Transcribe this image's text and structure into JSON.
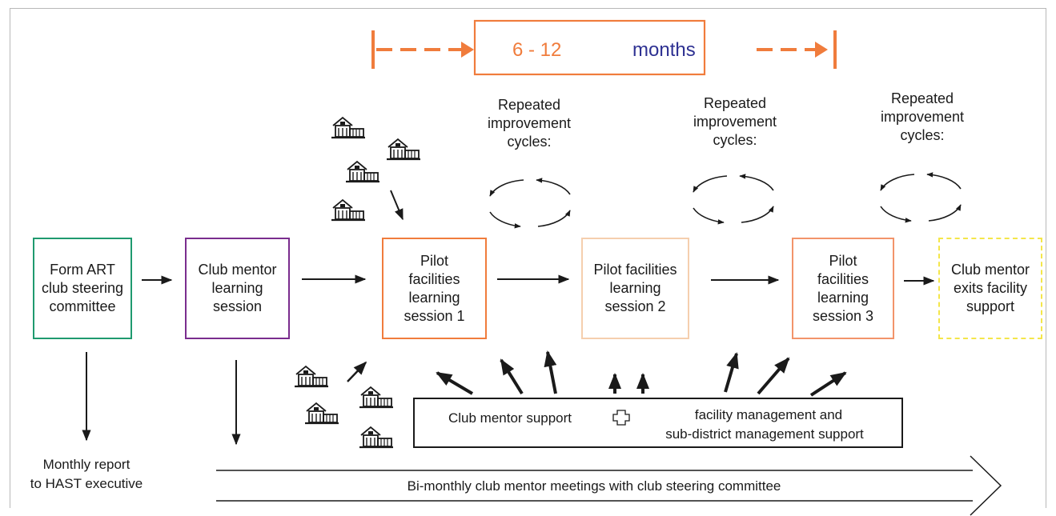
{
  "timeline": {
    "duration_value": "6 - 12",
    "duration_unit": "months"
  },
  "boxes": {
    "form_club": "Form ART club steering committee",
    "mentor_session": "Club mentor learning session",
    "pilot_1": "Pilot facilities learning session 1",
    "pilot_2": "Pilot facilities learning session 2",
    "pilot_3": "Pilot facilities learning session 3",
    "mentor_exits": "Club mentor exits facility support"
  },
  "cycles": {
    "label_1": "Repeated improvement cycles:",
    "label_2": "Repeated improvement cycles:",
    "label_3": "Repeated improvement cycles:"
  },
  "support": {
    "mentor": "Club mentor support",
    "management_line1": "facility management and",
    "management_line2": "sub-district management support"
  },
  "monthly_report": {
    "line1": "Monthly report",
    "line2": "to HAST executive"
  },
  "bimonthly": "Bi-monthly club mentor meetings with club steering committee",
  "colors": {
    "orange": "#f07c3c",
    "navy": "#2e3192",
    "green": "#1f9a6f",
    "purple": "#7a2d8e",
    "peach": "#f5cfae",
    "light_orange": "#f2946a",
    "yellow": "#f4e64a"
  },
  "icons": {
    "facility": "facility-building-icon",
    "connector": "cross-link-icon"
  }
}
